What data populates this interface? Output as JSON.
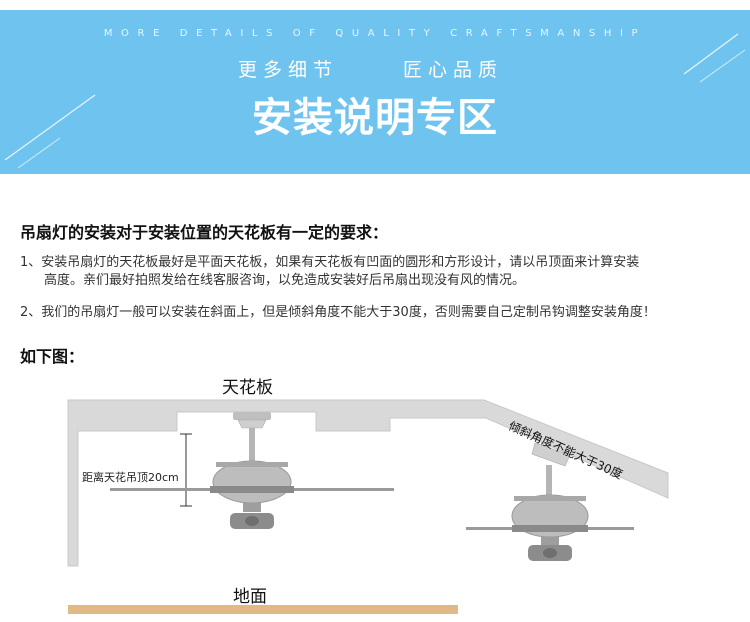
{
  "banner": {
    "tagline": "MORE DETAILS OF QUALITY CRAFTSMANSHIP",
    "sub_left": "更多细节",
    "sub_right": "匠心品质",
    "title": "安装说明专区"
  },
  "content": {
    "heading": "吊扇灯的安装对于安装位置的天花板有一定的要求：",
    "p1_line1": "1、安装吊扇灯的天花板最好是平面天花板，如果有天花板有凹面的圆形和方形设计，请以吊顶面来计算安装",
    "p1_line2": "高度。亲们最好拍照发给在线客服咨询，以免造成安装好后吊扇出现没有风的情况。",
    "p2": "2、我们的吊扇灯一般可以安装在斜面上，但是倾斜角度不能大于30度，否则需要自己定制吊钩调整安装角度！",
    "figure_label": "如下图："
  },
  "diagram": {
    "ceiling_label": "天花板",
    "floor_label": "地面",
    "distance_label": "距离天花吊顶20cm",
    "tilt_label": "倾斜角度不能大于30度",
    "colors": {
      "ceiling_fill": "#d9d9d9",
      "ceiling_stroke": "#c8c8c8",
      "floor": "#e0b987",
      "fan_metal": "#bfbfbf",
      "fan_dark": "#888888",
      "blade": "#9a9a9a"
    }
  }
}
